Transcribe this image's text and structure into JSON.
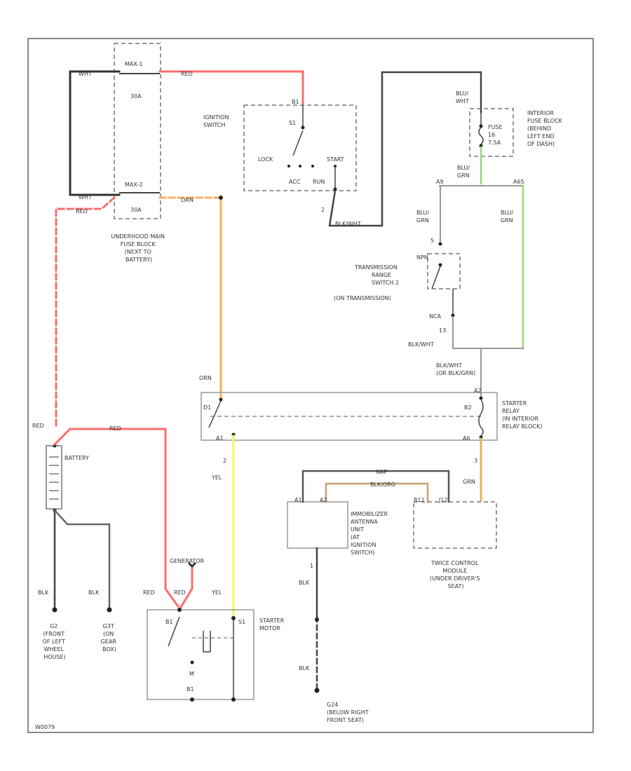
{
  "colors": {
    "red": "#ff6b6b",
    "orange": "#ffab5e",
    "yellow": "#f5f560",
    "green": "#9ad67a",
    "brown": "#c8a070",
    "black": "#333333",
    "gray": "#999999"
  },
  "figure_id": "W0079",
  "main_fuse_block": {
    "terminal_top": "MAX-1",
    "fuse_top_rating": "30A",
    "terminal_bottom": "MAX-2",
    "fuse_bottom_rating": "30A",
    "label": [
      "UNDERHOOD MAIN",
      "FUSE BLOCK",
      "(NEXT TO",
      "BATTERY)"
    ]
  },
  "wires": {
    "red_top": "RED",
    "wht_left": "WHT",
    "wht_lower": "WHT",
    "red_dashed": "RED",
    "orn_fuse_out": "ORN",
    "orn_relay_in": "ORN",
    "red_battery_left": "RED",
    "red_battery_top": "RED",
    "red_gen_left": "RED",
    "red_gen_right": "RED",
    "yel_relay": "YEL",
    "yel_starter": "YEL",
    "blk_g2": "BLK",
    "blk_g3": "BLK",
    "blk_g24_upper": "BLK",
    "blk_g24_lower": "BLK",
    "blk_wht_ign": "BLK/WHT",
    "blu_wht_fuse": [
      "BLU/",
      "WHT"
    ],
    "blu_grn_fuse_out": [
      "BLU/",
      "GRN"
    ],
    "blu_grn_trs": [
      "BLU/",
      "GRN"
    ],
    "blu_grn_right": [
      "BLU/",
      "GRN"
    ],
    "blk_wht_trs": "BLK/WHT",
    "blk_wht_relay": [
      "BLK/WHT",
      "(OR BLK/GRN)"
    ],
    "grn_tcm": "GRN",
    "nap": "NAP",
    "blk_org": "BLK/ORG"
  },
  "ignition_switch": {
    "label": [
      "IGNITION",
      "SWITCH"
    ],
    "terminal_b": "B1",
    "lock": "LOCK",
    "start": "START",
    "acc": "ACC",
    "run": "RUN",
    "pin_s": "S1",
    "pin_2": "2"
  },
  "interior_fuse": {
    "fuse_label": [
      "FUSE",
      "16",
      "7.5A"
    ],
    "block_label": [
      "INTERIOR",
      "FUSE BLOCK",
      "(BEHIND",
      "LEFT END",
      "OF DASH)"
    ],
    "pin_a": "A9",
    "pin_b": "A65"
  },
  "trs": {
    "label": [
      "TRANSMISSION",
      "RANGE",
      "SWITCH 2",
      "(ON TRANSMISSION)"
    ],
    "pin_top": "5",
    "pin_npn": "NPN",
    "pin_nca": "NCA",
    "pin_13": "13"
  },
  "starter_relay": {
    "label": [
      "STARTER",
      "RELAY",
      "(IN INTERIOR",
      "RELAY BLOCK)"
    ],
    "pin_tl": "D1",
    "pin_tr": "B2",
    "pin_bl": "A1",
    "pin_br": "A6",
    "pin_tr_top": "A2",
    "pin_2": "2",
    "pin_3": "3"
  },
  "battery": {
    "label": "BATTERY"
  },
  "generator": {
    "label": "GENERATOR"
  },
  "starter_motor": {
    "label": [
      "STARTER",
      "MOTOR"
    ],
    "pin_s": "S1",
    "pin_b": "B1",
    "pin_m": "M",
    "pin_b2": "B1"
  },
  "immobilizer": {
    "label": [
      "IMMOBILIZER",
      "ANTENNA",
      "UNIT",
      "(AT",
      "IGNITION",
      "SWITCH)"
    ],
    "pin_1": "1",
    "pin_a": "A1",
    "pin_b": "A2",
    "pin_c": "1"
  },
  "tcm": {
    "label": [
      "TWICE CONTROL",
      "MODULE",
      "(UNDER DRIVER'S",
      "SEAT)"
    ],
    "pin_a": "B11",
    "pin_b": "J12"
  },
  "grounds": {
    "g2": [
      "G2",
      "(FRONT",
      "OF LEFT",
      "WHEEL",
      "HOUSE)"
    ],
    "g3": [
      "G3T",
      "(ON",
      "GEAR",
      "BOX)"
    ],
    "g24": [
      "G24",
      "(BELOW RIGHT",
      "FRONT SEAT)"
    ]
  }
}
